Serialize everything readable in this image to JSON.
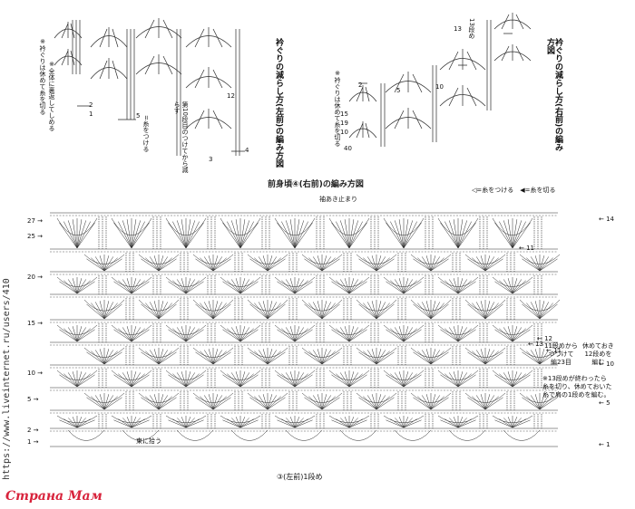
{
  "colors": {
    "line": "#2a2a2a",
    "brand": "#d8233c",
    "background": "#ffffff"
  },
  "top_left": {
    "title": "衿ぐりの減らし方(左前)の編み方図",
    "note_1": "※衿ぐりは休めて糸を切る",
    "note_2": "※全体に裏返してしめる",
    "note_3": "=糸をつける",
    "note_4": "第10段目のつけてから減らす",
    "row_2": "2",
    "row_1": "1",
    "row_4": "4",
    "row_5": "5",
    "row_12": "12",
    "row_3": "3"
  },
  "top_right": {
    "title": "衿ぐりの減らし方(右前)の編み方図",
    "note_1": "※衿ぐりは休めて糸を切る",
    "note_2": "13段め",
    "row_2": "2",
    "row_5": "5",
    "row_10": "10",
    "row_13": "13",
    "row_15": "15",
    "row_19": "19",
    "row_10b": "10",
    "row_40": "40"
  },
  "main": {
    "title": "前身頃④(右前)の編み方図",
    "legend": "◁=糸をつける　◀=糸を切る",
    "label_top": "袖あき止まり",
    "label_bottom_center": "束に拾う",
    "label_bottom_caption": "③(左前)1段め",
    "label_11": "11段めから\nつづけて\n編23目",
    "label_12": "休めておき\n12段めを\n編む",
    "label_note": "※13段めが終わったら\n糸を切り、休めておいた\n糸で肩の1段めを編む。",
    "rows_left": [
      "27",
      "25",
      "20",
      "15",
      "10",
      "5",
      "2",
      "1"
    ],
    "rows_right": [
      "14",
      "11",
      "13",
      "12",
      "11",
      "10",
      "5",
      "1"
    ]
  },
  "watermark": "https://www.liveinternet.ru/users/410",
  "brand": "Страна Мам"
}
